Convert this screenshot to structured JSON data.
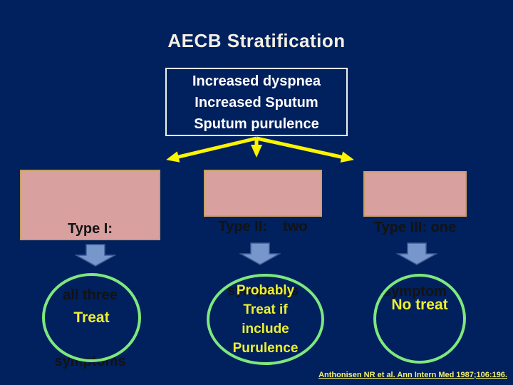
{
  "slide": {
    "title": "AECB Stratification",
    "symptom_box": {
      "lines": [
        "Increased dyspnea",
        "Increased Sputum",
        "Sputum purulence"
      ]
    },
    "types": [
      {
        "lines": [
          "Type I:",
          "all three",
          "symptoms"
        ]
      },
      {
        "lines": [
          "Type II:    two",
          "symptoms"
        ]
      },
      {
        "lines": [
          "Type III: one",
          "symptom"
        ]
      }
    ],
    "outcomes": [
      {
        "lines": [
          "Treat"
        ]
      },
      {
        "lines": [
          "Probably",
          "Treat if",
          "include",
          "Purulence"
        ]
      },
      {
        "lines": [
          "No treat"
        ]
      }
    ],
    "citation": "Anthonisen NR et al. Ann Intern Med 1987;106:196.",
    "colors": {
      "background": "#00205e",
      "title_text": "#f3f0e2",
      "symptom_box_border": "#e9f5ea",
      "symptom_text": "#ffffff",
      "fan_arrow_yellow": "#fdf400",
      "type_box_fill": "#d9a0a0",
      "type_box_border": "#c99f63",
      "type_text": "#131313",
      "block_arrow_fill": "#7796cc",
      "block_arrow_outline": "#3f5e96",
      "circle_ring_green": "#7de87d",
      "outcome_text_yellow": "#eef02e",
      "citation_yellow": "#f5f168"
    }
  }
}
